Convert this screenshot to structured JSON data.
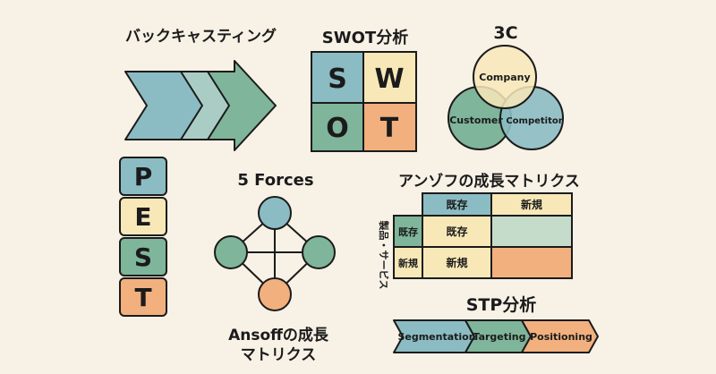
{
  "colors": {
    "background": "#f7f1e6",
    "blue": "#8bbcc3",
    "green": "#7fb59a",
    "cream": "#f8e8b8",
    "orange": "#f2b07e",
    "light_green": "#c6dccb",
    "outline": "#1b1b1b"
  },
  "backcasting": {
    "title": "バックキャスティング"
  },
  "swot": {
    "title": "SWOT分析",
    "cells": {
      "s": "S",
      "w": "W",
      "o": "O",
      "t": "T"
    }
  },
  "three_c": {
    "title": "3C",
    "company": "Company",
    "customer": "Customer",
    "competitor": "Competitor"
  },
  "pest": {
    "letters": [
      "P",
      "E",
      "S",
      "T"
    ]
  },
  "five_forces": {
    "title": "5 Forces"
  },
  "ansoff_caption": {
    "line1": "Ansoffの成長",
    "line2": "マトリクス"
  },
  "ansoff_matrix": {
    "title": "アンゾフの成長マトリクス",
    "side_label": "製品・サービス",
    "col_existing": "既存",
    "col_new": "新規",
    "row_existing": "既存",
    "row_new": "新規",
    "cell_existing": "既存",
    "cell_new": "新規"
  },
  "stp": {
    "title": "STP分析",
    "segments": [
      "Segmentation",
      "Targeting",
      "Positioning"
    ]
  }
}
